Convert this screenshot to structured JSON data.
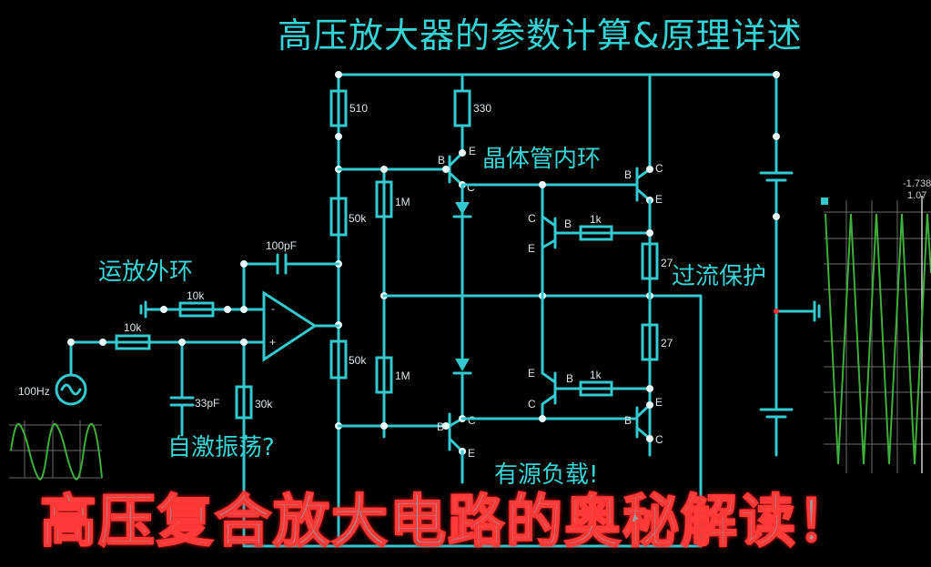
{
  "header": {
    "title": "高压放大器的参数计算&原理详述"
  },
  "banner": {
    "text": "高压复合放大电路的奥秘解读！"
  },
  "annotations": {
    "outer_loop": "运放外环",
    "inner_loop": "晶体管内环",
    "overcurrent": "过流保护",
    "oscillation": "自激振荡?",
    "active_load": "有源负载!"
  },
  "components": {
    "r_top_left": "510",
    "r_top_mid": "330",
    "r_50k_upper": "50k",
    "r_50k_lower": "50k",
    "r_1m_upper": "1M",
    "r_1m_lower": "1M",
    "c_feedback": "100pF",
    "r_in_neg": "10k",
    "r_in_pos": "10k",
    "c_33p": "33pF",
    "r_30k": "30k",
    "r_1k_upper": "1k",
    "r_1k_lower": "1k",
    "r_27_upper": "27",
    "r_27_lower": "27",
    "source": "100Hz",
    "opamp_minus": "-",
    "opamp_plus": "+"
  },
  "pins": {
    "b": "B",
    "c": "C",
    "e": "E"
  },
  "scope_right": {
    "value_top": "-1.738",
    "value_bottom": "1.07"
  },
  "colors": {
    "wire": "#33c9cf",
    "annotation": "#3ad4d8",
    "banner_fill": "#9a9a9a",
    "banner_stroke": "#ff3838",
    "trace": "#3fae3a"
  }
}
